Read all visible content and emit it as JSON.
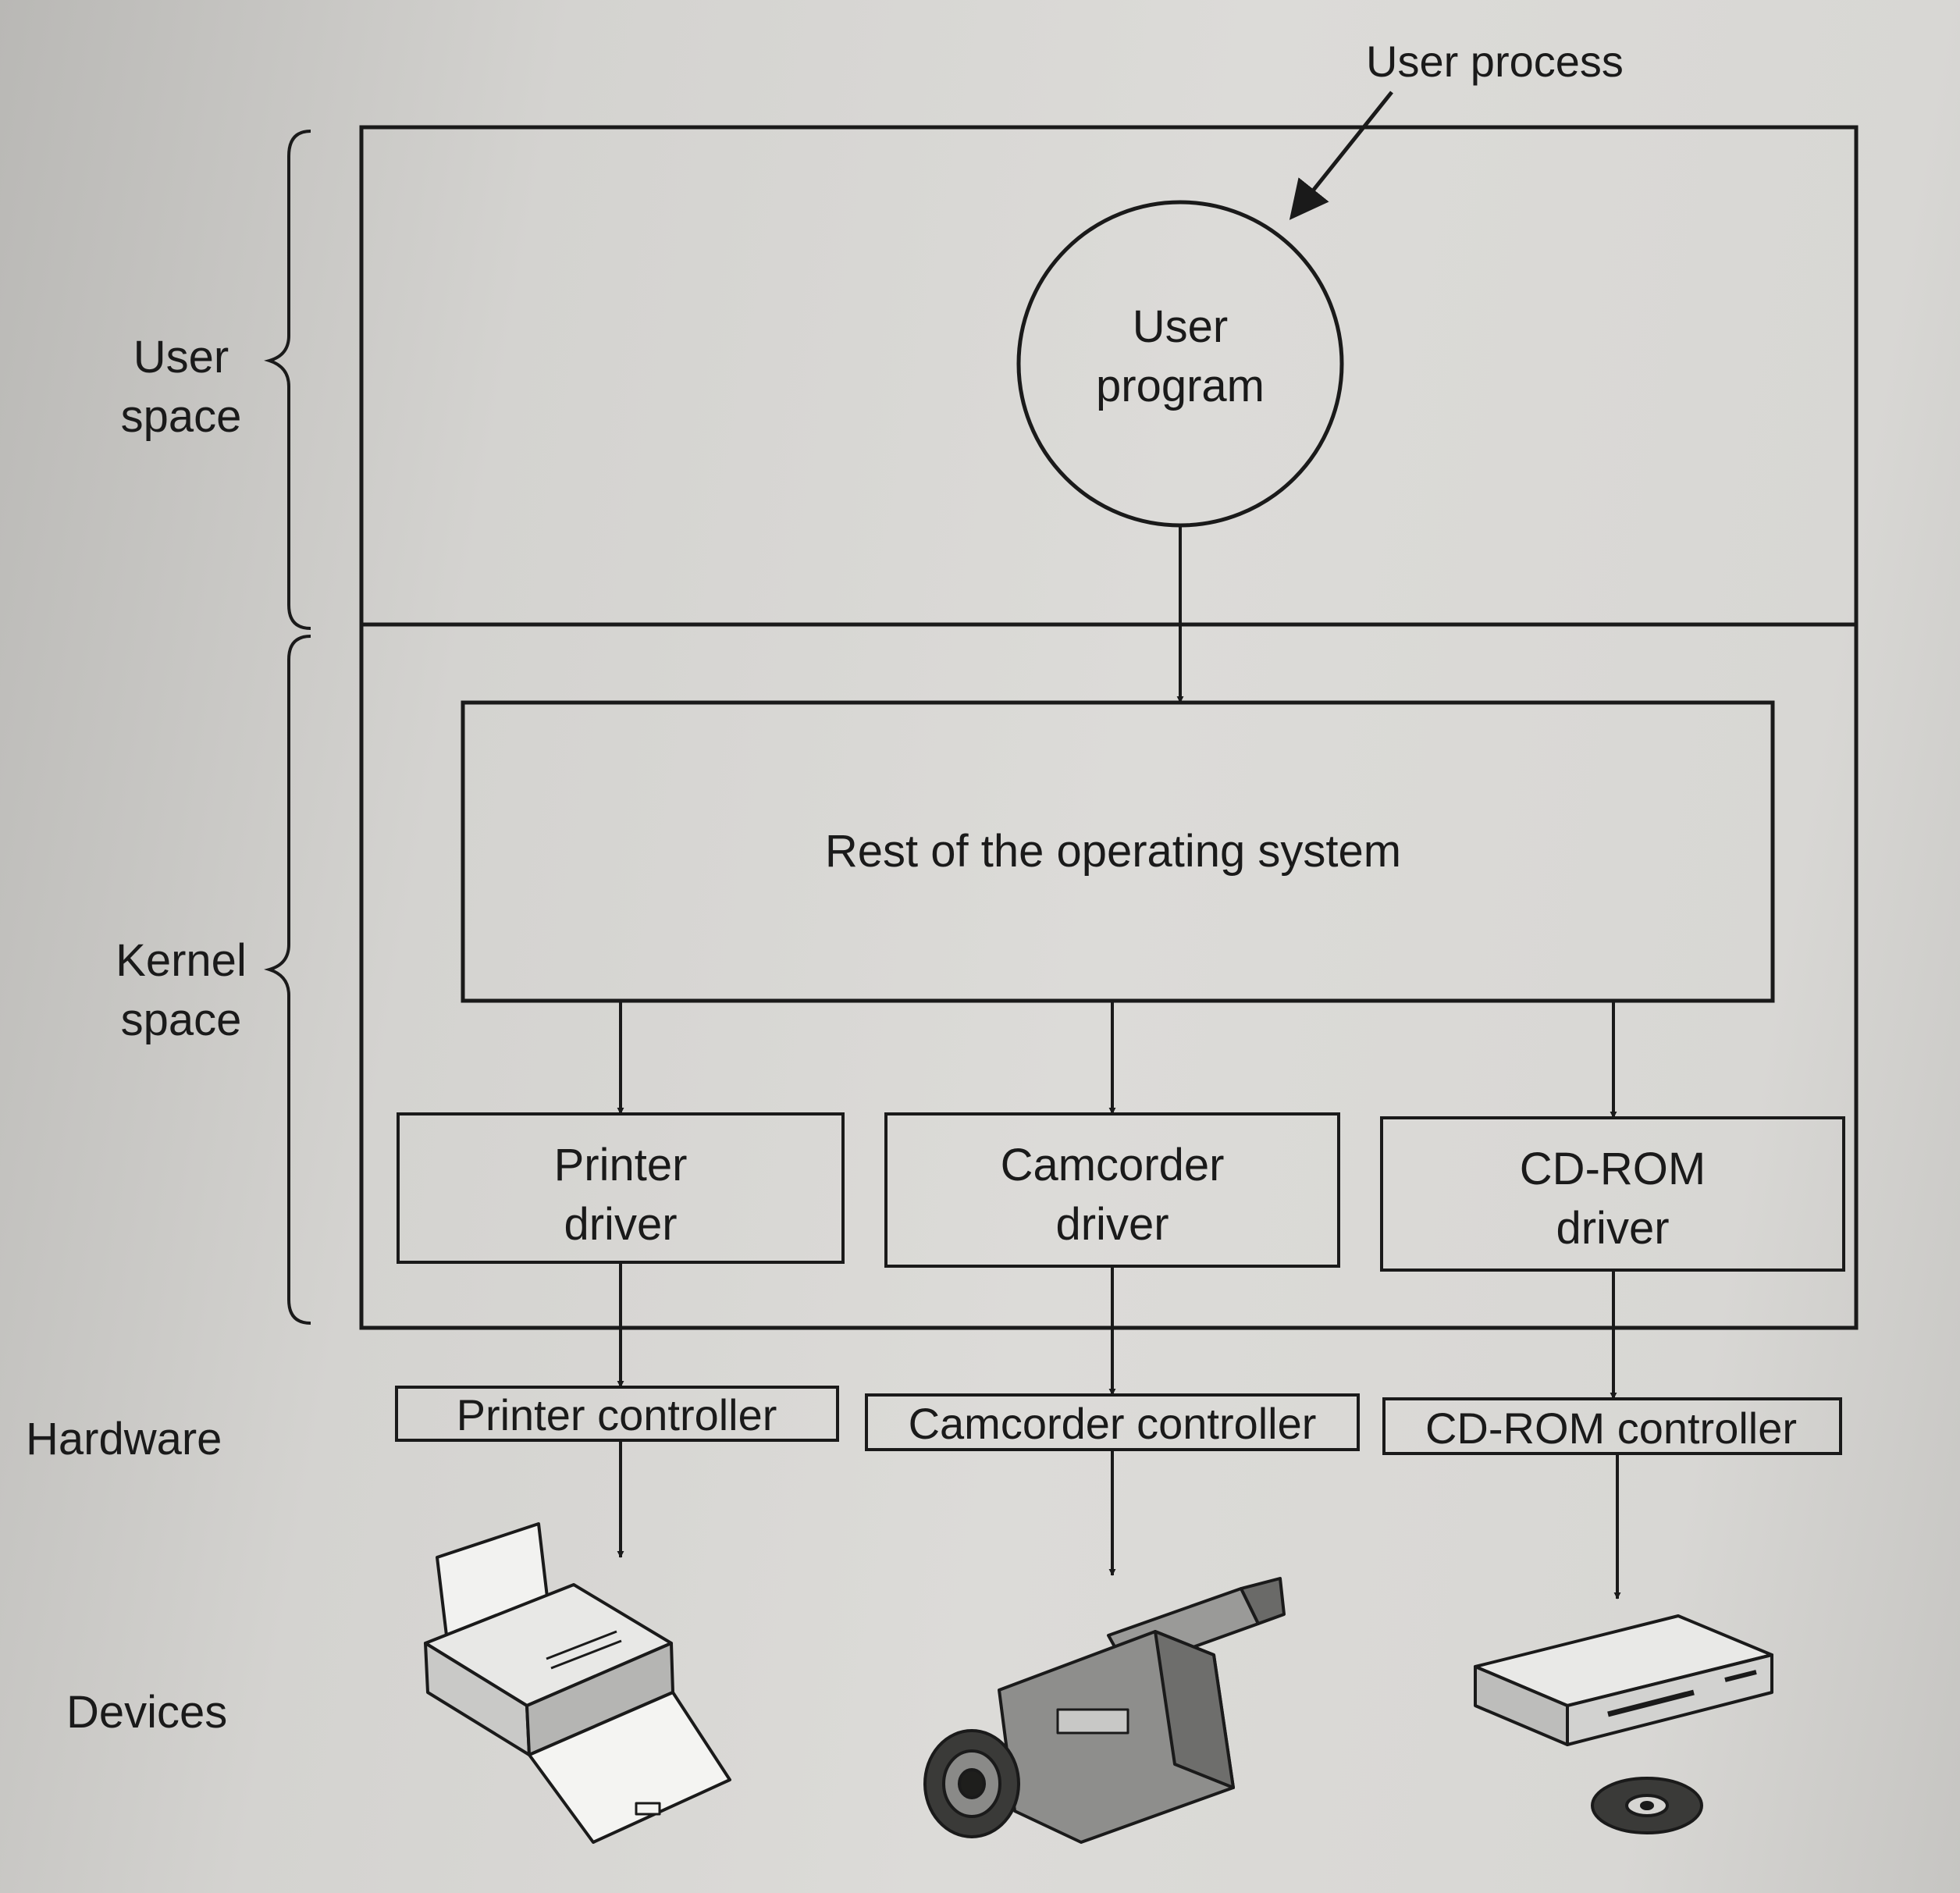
{
  "annotation": {
    "user_process": "User process"
  },
  "regions": {
    "user_space": [
      "User",
      "space"
    ],
    "kernel_space": [
      "Kernel",
      "space"
    ],
    "hardware": "Hardware",
    "devices": "Devices"
  },
  "user_program": [
    "User",
    "program"
  ],
  "os_box": "Rest of the operating system",
  "drivers": [
    [
      "Printer",
      "driver"
    ],
    [
      "Camcorder",
      "driver"
    ],
    [
      "CD-ROM",
      "driver"
    ]
  ],
  "controllers": [
    "Printer controller",
    "Camcorder controller",
    "CD-ROM controller"
  ],
  "device_icons": [
    "printer-icon",
    "camcorder-icon",
    "cdrom-drive-icon"
  ],
  "colors": {
    "ink": "#1a1a1a",
    "paper": "#d6d5d2"
  }
}
